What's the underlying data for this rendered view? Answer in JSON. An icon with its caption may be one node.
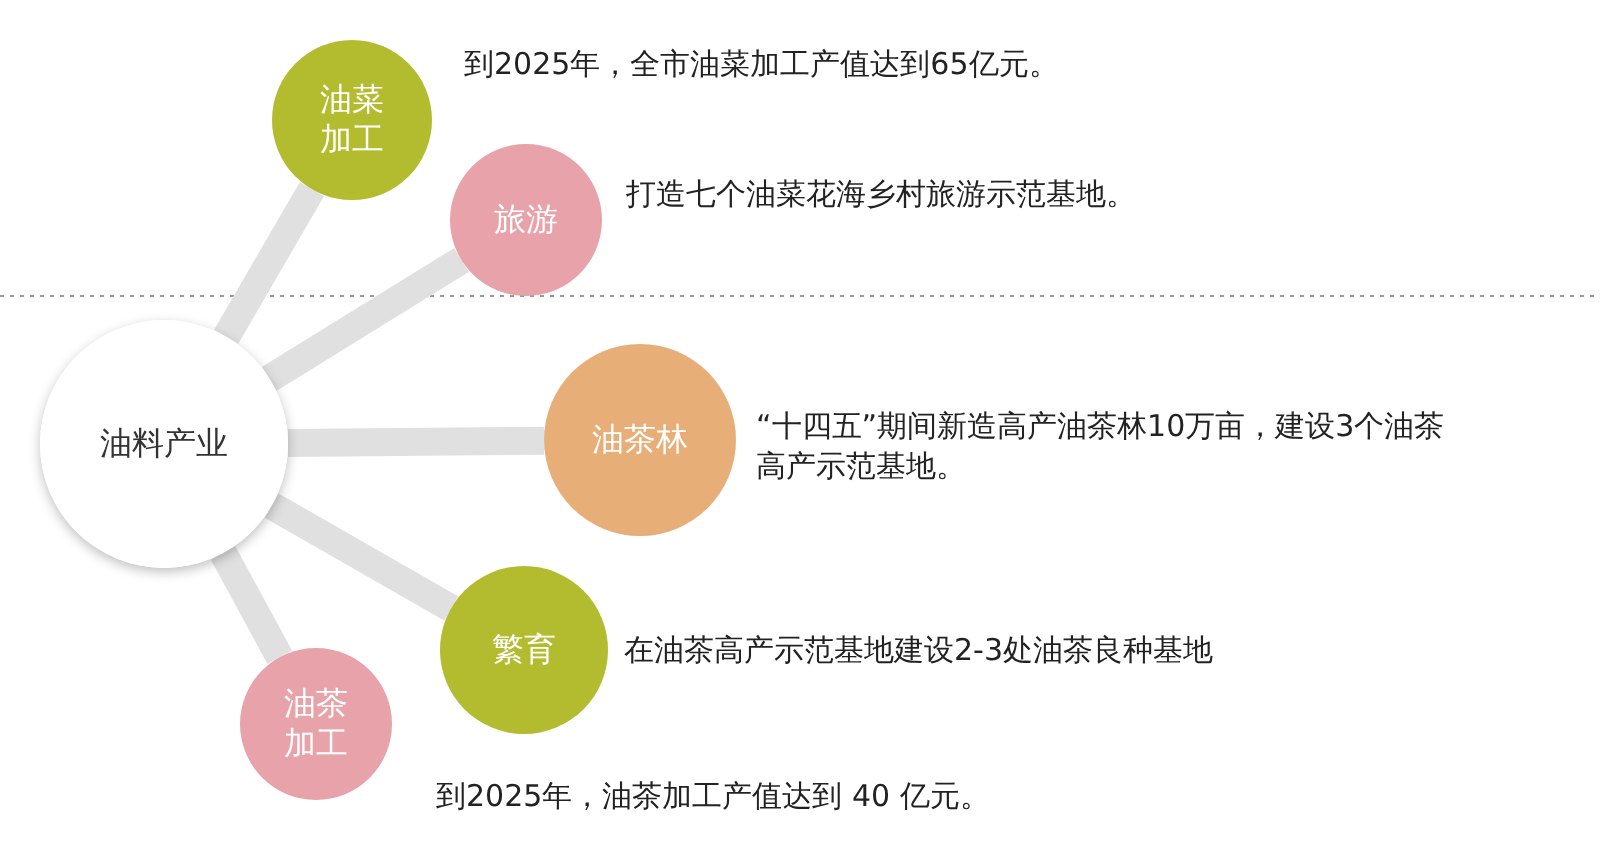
{
  "diagram": {
    "nodes": [
      {
        "text": [
          "油料产业"
        ]
      },
      {
        "text": [
          "油菜加工"
        ],
        "beside": [
          "到2025年，全市油菜加工产值达到65亿元。"
        ]
      },
      {
        "text": [
          "旅游"
        ],
        "beside": [
          "打造七个油菜花海乡村旅游示范基地。"
        ]
      },
      {
        "text": [
          "油茶林"
        ],
        "beside": [
          "“十四五”期间新造高产油茶林10万亩，建设3个油茶高产示范基地。"
        ]
      },
      {
        "text": [
          "繁育"
        ],
        "beside": [
          "在油茶高产示范基地建设2-3处油茶良种基地"
        ]
      },
      {
        "text": [
          "油茶加工"
        ],
        "beside": [
          "到2025年，油茶加工产值达到 40 亿元。"
        ]
      }
    ],
    "edges": [
      {
        "from": 0,
        "to": 1,
        "arrow": "none"
      },
      {
        "from": 0,
        "to": 2,
        "arrow": "none"
      },
      {
        "from": 0,
        "to": 3,
        "arrow": "none"
      },
      {
        "from": 0,
        "to": 4,
        "arrow": "none"
      },
      {
        "from": 0,
        "to": 5,
        "arrow": "none"
      }
    ]
  }
}
